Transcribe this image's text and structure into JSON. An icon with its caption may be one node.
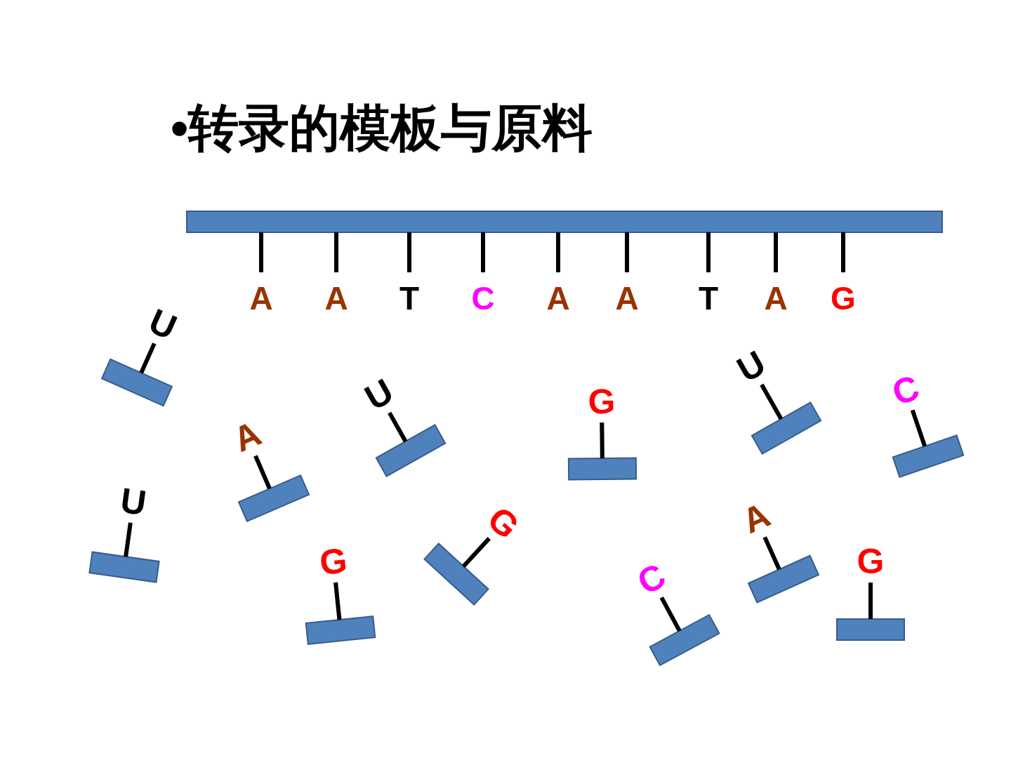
{
  "diagram": {
    "title": "•转录的模板与原料",
    "nodes": [
      {
        "text": [],
        "shape": "bar",
        "beside": [
          "A",
          "A",
          "T",
          "C",
          "A",
          "A",
          "T",
          "A",
          "G"
        ]
      },
      {
        "text": [],
        "shape": "bar",
        "beside": [
          "U"
        ]
      },
      {
        "text": [],
        "shape": "bar",
        "beside": [
          "A"
        ]
      },
      {
        "text": [],
        "shape": "bar",
        "beside": [
          "U"
        ]
      },
      {
        "text": [],
        "shape": "bar",
        "beside": [
          "G"
        ]
      },
      {
        "text": [],
        "shape": "bar",
        "beside": [
          "U"
        ]
      },
      {
        "text": [],
        "shape": "bar",
        "beside": [
          "C"
        ]
      },
      {
        "text": [],
        "shape": "bar",
        "beside": [
          "U"
        ]
      },
      {
        "text": [],
        "shape": "bar",
        "beside": [
          "G"
        ]
      },
      {
        "text": [],
        "shape": "bar",
        "beside": [
          "G"
        ]
      },
      {
        "text": [],
        "shape": "bar",
        "beside": [
          "C"
        ]
      },
      {
        "text": [],
        "shape": "bar",
        "beside": [
          "A"
        ]
      },
      {
        "text": [],
        "shape": "bar",
        "beside": [
          "G"
        ]
      }
    ]
  }
}
